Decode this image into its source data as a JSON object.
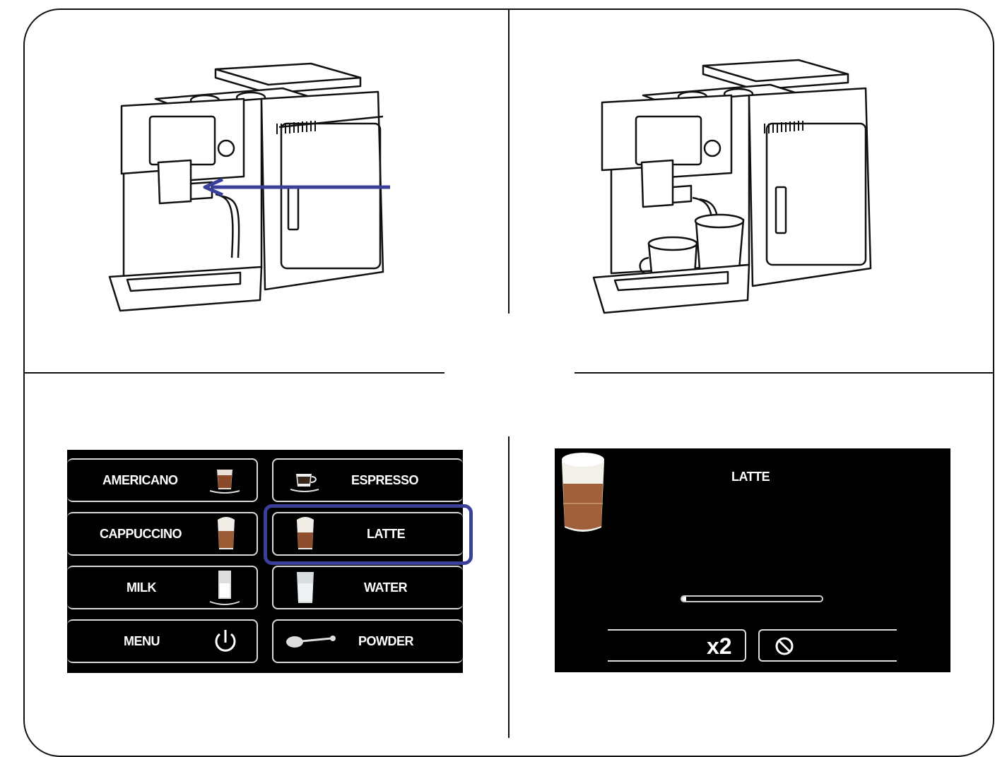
{
  "colors": {
    "screen_bg": "#000000",
    "highlight": "#3a3f9a",
    "arrow": "#3a3f9a",
    "line": "#111111"
  },
  "panels": {
    "top_left": {
      "description_icon": "coffee-machine-with-arrow-icon"
    },
    "top_right": {
      "description_icon": "coffee-machine-with-cups-icon"
    }
  },
  "menu_screen": {
    "tiles": [
      {
        "label": "AMERICANO",
        "icon": "americano-cup-icon"
      },
      {
        "label": "ESPRESSO",
        "icon": "espresso-cup-icon"
      },
      {
        "label": "CAPPUCCINO",
        "icon": "cappuccino-glass-icon"
      },
      {
        "label": "LATTE",
        "icon": "latte-glass-icon",
        "selected": true
      },
      {
        "label": "MILK",
        "icon": "milk-icon"
      },
      {
        "label": "WATER",
        "icon": "water-glass-icon"
      },
      {
        "label": "MENU",
        "icon": "power-icon"
      },
      {
        "label": "POWDER",
        "icon": "powder-spoon-icon"
      }
    ]
  },
  "brew_screen": {
    "title": "LATTE",
    "icon": "latte-glass-icon",
    "progress": 0.03,
    "double_label": "x2",
    "cancel_icon": "cancel-icon"
  }
}
